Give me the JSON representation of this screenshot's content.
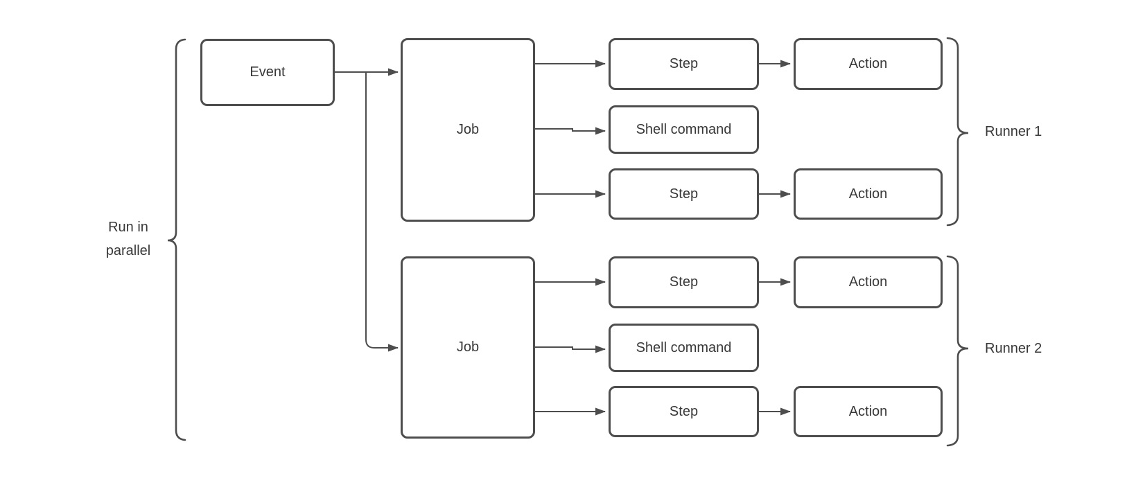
{
  "diagram": {
    "parallel_label": {
      "line1": "Run in",
      "line2": "parallel"
    },
    "event": {
      "label": "Event"
    },
    "groups": [
      {
        "runner_label": "Runner 1",
        "job_label": "Job",
        "rows": [
          {
            "label": "Step",
            "action_label": "Action"
          },
          {
            "label": "Shell command"
          },
          {
            "label": "Step",
            "action_label": "Action"
          }
        ]
      },
      {
        "runner_label": "Runner 2",
        "job_label": "Job",
        "rows": [
          {
            "label": "Step",
            "action_label": "Action"
          },
          {
            "label": "Shell command"
          },
          {
            "label": "Step",
            "action_label": "Action"
          }
        ]
      }
    ],
    "colors": {
      "stroke": "#4d4d4d",
      "text": "#383838",
      "background": "#ffffff"
    }
  }
}
